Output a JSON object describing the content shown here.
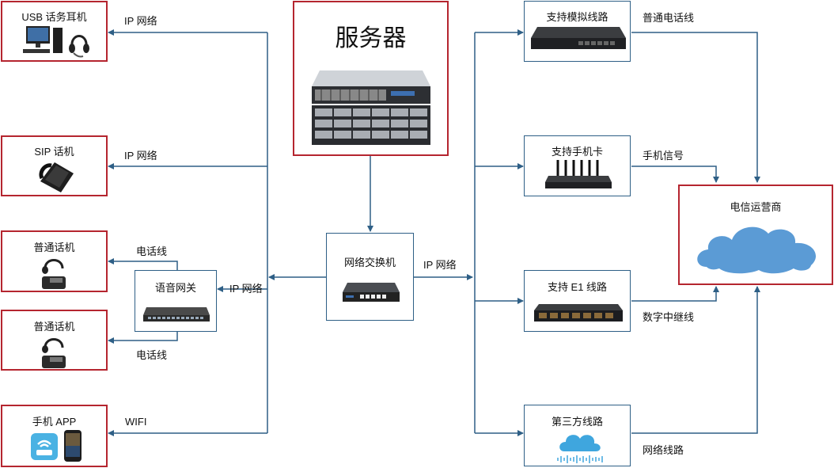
{
  "nodes": {
    "usb_headset": "USB 话务耳机",
    "sip_phone": "SIP 话机",
    "phone_1": "普通话机",
    "phone_2": "普通话机",
    "mobile_app": "手机 APP",
    "voice_gateway": "语音网关",
    "server": "服务器",
    "network_switch": "网络交换机",
    "analog_line": "支持模拟线路",
    "sim_card": "支持手机卡",
    "e1_line": "支持 E1 线路",
    "third_party": "第三方线路",
    "carrier": "电信运营商"
  },
  "edges": {
    "ip_usb": "IP 网络",
    "ip_sip": "IP 网络",
    "tel_1": "电话线",
    "tel_2": "电话线",
    "ip_gateway": "IP 网络",
    "wifi": "WIFI",
    "ip_switch": "IP 网络",
    "pstn": "普通电话线",
    "mobile_signal": "手机信号",
    "digital_trunk": "数字中继线",
    "net_line": "网络线路"
  },
  "colors": {
    "box_red": "#b5252f",
    "box_blue": "#2e5f86",
    "line": "#2e5f86",
    "cloud": "#5b9bd5"
  }
}
